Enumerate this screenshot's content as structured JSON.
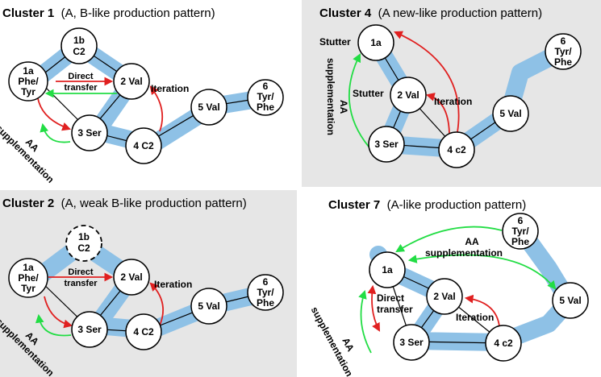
{
  "colors": {
    "panel_gray": "#e6e6e6",
    "backbone_blue": "#8ec1e6",
    "arrow_red": "#e02020",
    "arrow_green": "#22dd44"
  },
  "panels": [
    {
      "id": "cluster1",
      "title_number": "Cluster 1",
      "title_desc": "(A, B-like production pattern)",
      "nodes": {
        "n1a": [
          "1a",
          "Phe/",
          "Tyr"
        ],
        "n1b": [
          "1b",
          "C2"
        ],
        "n2": [
          "2 Val"
        ],
        "n3": [
          "3 Ser"
        ],
        "n4": [
          "4 C2"
        ],
        "n5": [
          "5 Val"
        ],
        "n6": [
          "6",
          "Tyr/",
          "Phe"
        ]
      },
      "labels": {
        "direct": [
          "Direct",
          "transfer"
        ],
        "iteration": [
          "Iteration"
        ],
        "aa": [
          "AA",
          "supplementation"
        ]
      }
    },
    {
      "id": "cluster4",
      "title_number": "Cluster 4",
      "title_desc": "(A new-like production pattern)",
      "nodes": {
        "n1a": [
          "1a"
        ],
        "n2": [
          "2 Val"
        ],
        "n3": [
          "3 Ser"
        ],
        "n4": [
          "4 c2"
        ],
        "n5": [
          "5 Val"
        ],
        "n6": [
          "6",
          "Tyr/",
          "Phe"
        ]
      },
      "labels": {
        "stutter1": [
          "Stutter"
        ],
        "stutter2": [
          "Stutter"
        ],
        "iteration": [
          "Iteration"
        ],
        "aa": [
          "AA",
          "supplementation"
        ]
      }
    },
    {
      "id": "cluster2",
      "title_number": "Cluster 2",
      "title_desc": "(A, weak B-like production pattern)",
      "nodes": {
        "n1a": [
          "1a",
          "Phe/",
          "Tyr"
        ],
        "n1b": [
          "1b",
          "C2"
        ],
        "n2": [
          "2 Val"
        ],
        "n3": [
          "3 Ser"
        ],
        "n4": [
          "4 C2"
        ],
        "n5": [
          "5 Val"
        ],
        "n6": [
          "6",
          "Tyr/",
          "Phe"
        ]
      },
      "labels": {
        "direct": [
          "Direct",
          "transfer"
        ],
        "iteration": [
          "Iteration"
        ],
        "aa": [
          "AA",
          "supplementation"
        ]
      }
    },
    {
      "id": "cluster7",
      "title_number": "Cluster 7",
      "title_desc": "(A-like production pattern)",
      "nodes": {
        "n1a": [
          "1a"
        ],
        "n2": [
          "2 Val"
        ],
        "n3": [
          "3 Ser"
        ],
        "n4": [
          "4 c2"
        ],
        "n5": [
          "5 Val"
        ],
        "n6": [
          "6",
          "Tyr/",
          "Phe"
        ]
      },
      "labels": {
        "aa_top": [
          "AA",
          "supplementation"
        ],
        "direct": [
          "Direct",
          "transfer"
        ],
        "iteration": [
          "Iteration"
        ],
        "aa": [
          "AA",
          "supplementation"
        ]
      }
    }
  ]
}
